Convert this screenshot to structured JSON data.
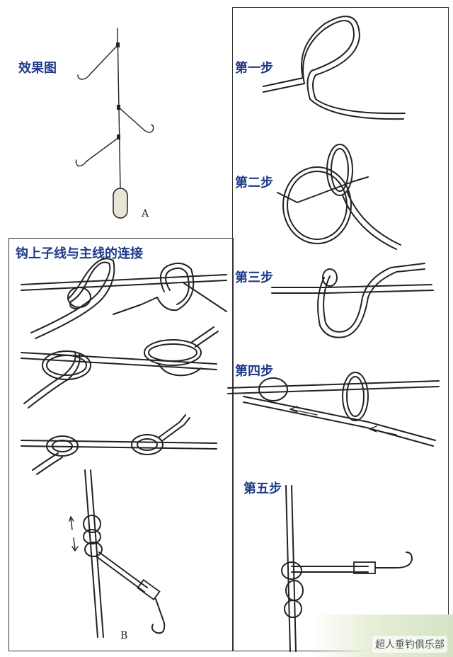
{
  "labels": {
    "result": "效果图",
    "step1": "第一步",
    "step2": "第二步",
    "step3": "第三步",
    "step4": "第四步",
    "step5": "第五步",
    "connect": "钩上子线与主线的连接"
  },
  "figure_letters": {
    "a": "A",
    "b": "B"
  },
  "watermark": "超人垂钓俱乐部"
}
